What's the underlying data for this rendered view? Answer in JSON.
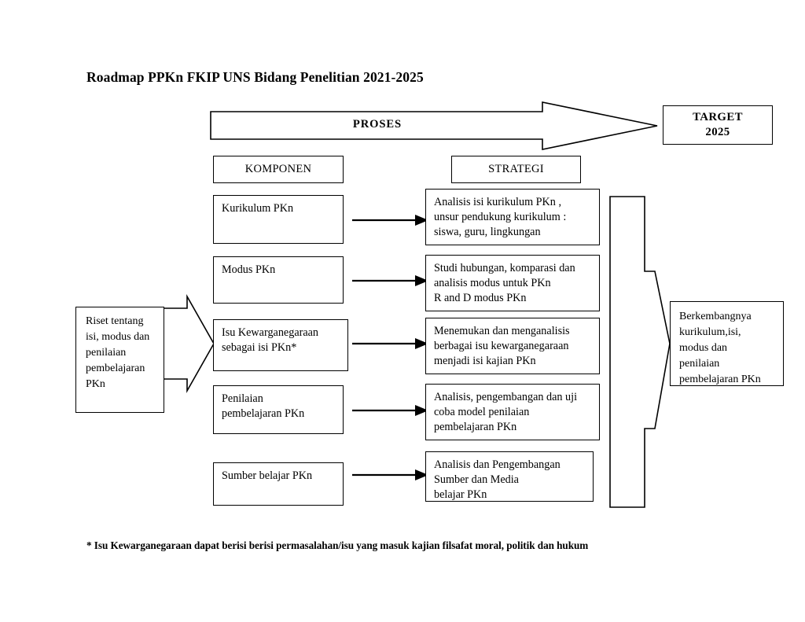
{
  "page": {
    "title": "Roadmap PPKn FKIP UNS  Bidang Penelitian 2021-2025",
    "footnote": "* Isu Kewarganegaraan dapat berisi berisi permasalahan/isu  yang masuk kajian filsafat moral, politik dan hukum",
    "background_color": "#ffffff",
    "line_color": "#000000"
  },
  "banner": {
    "proses_label": "PROSES",
    "target_label": "TARGET\n2025"
  },
  "headers": {
    "komponen": "KOMPONEN",
    "strategi": "STRATEGI"
  },
  "input": {
    "label": "Riset tentang\nisi, modus dan\npenilaian\npembelajaran\nPKn"
  },
  "komponen_items": [
    {
      "label": "Kurikulum  PKn"
    },
    {
      "label": "Modus PKn"
    },
    {
      "label": "Isu Kewarganegaraan\nsebagai isi PKn*"
    },
    {
      "label": "Penilaian\npembelajaran PKn"
    },
    {
      "label": "Sumber belajar PKn"
    }
  ],
  "strategi_items": [
    {
      "label": "Analisis isi kurikulum PKn ,\nunsur pendukung  kurikulum :\nsiswa, guru, lingkungan"
    },
    {
      "label": "Studi hubungan, komparasi dan\nanalisis modus untuk PKn\nR and D modus PKn"
    },
    {
      "label": "Menemukan dan menganalisis\nberbagai isu kewarganegaraan\nmenjadi isi kajian PKn"
    },
    {
      "label": "Analisis, pengembangan dan uji\ncoba model penilaian\npembelajaran PKn"
    },
    {
      "label": "Analisis dan Pengembangan\nSumber  dan Media\nbelajar PKn"
    }
  ],
  "outcome": {
    "label": "Berkembangnya\nkurikulum,isi,\nmodus dan\npenilaian\npembelajaran PKn"
  },
  "chart_data": {
    "type": "table",
    "title": "Roadmap PPKn FKIP UNS  Bidang Penelitian 2021-2025",
    "columns": [
      "KOMPONEN",
      "STRATEGI"
    ],
    "rows": [
      [
        "Kurikulum  PKn",
        "Analisis isi kurikulum PKn , unsur pendukung  kurikulum : siswa, guru, lingkungan"
      ],
      [
        "Modus PKn",
        "Studi hubungan, komparasi dan analisis modus untuk PKn R and D modus PKn"
      ],
      [
        "Isu Kewarganegaraan sebagai isi PKn*",
        "Menemukan dan menganalisis berbagai isu kewarganegaraan menjadi isi kajian PKn"
      ],
      [
        "Penilaian pembelajaran PKn",
        "Analisis, pengembangan dan uji coba model penilaian pembelajaran PKn"
      ],
      [
        "Sumber belajar PKn",
        "Analisis dan Pengembangan Sumber  dan Media belajar PKn"
      ]
    ]
  }
}
